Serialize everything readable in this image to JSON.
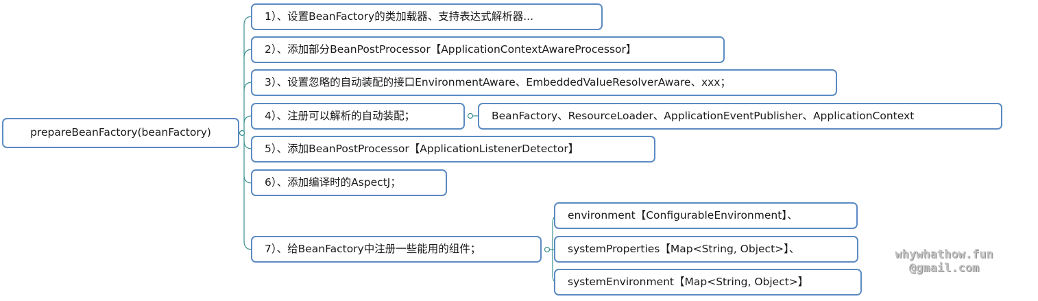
{
  "colors": {
    "node_border": "#5b8ac3",
    "connector": "#3a8f8f",
    "text": "#1a1a1a",
    "watermark": "#c3c3c3"
  },
  "mindmap": {
    "root": {
      "label": "prepareBeanFactory(beanFactory)"
    },
    "steps": [
      {
        "label": "1）、设置BeanFactory的类加载器、支持表达式解析器..."
      },
      {
        "label": "2）、添加部分BeanPostProcessor【ApplicationContextAwareProcessor】"
      },
      {
        "label": "3）、设置忽略的自动装配的接口EnvironmentAware、EmbeddedValueResolverAware、xxx；"
      },
      {
        "label": "4）、注册可以解析的自动装配；",
        "children": [
          {
            "label": "BeanFactory、ResourceLoader、ApplicationEventPublisher、ApplicationContext"
          }
        ]
      },
      {
        "label": "5）、添加BeanPostProcessor【ApplicationListenerDetector】"
      },
      {
        "label": "6）、添加编译时的AspectJ；"
      },
      {
        "label": "7）、给BeanFactory中注册一些能用的组件；",
        "children": [
          {
            "label": "environment【ConfigurableEnvironment】、"
          },
          {
            "label": "systemProperties【Map<String, Object>】、"
          },
          {
            "label": "systemEnvironment【Map<String, Object>】"
          }
        ]
      }
    ]
  },
  "watermark": {
    "line1": "whywhathow.fun",
    "line2": "@gmail.com"
  }
}
